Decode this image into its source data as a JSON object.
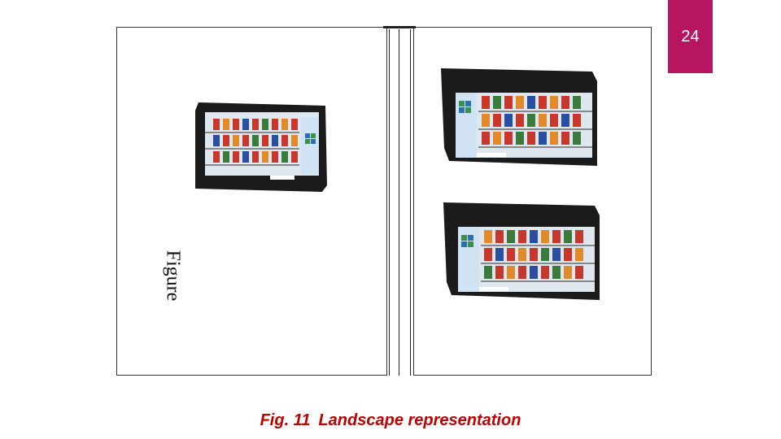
{
  "slide": {
    "page_number": "24",
    "badge_color": "#b5165f"
  },
  "figure": {
    "rotated_label": "Figure",
    "images": [
      {
        "name": "refrigerator-image",
        "subject": "beverage display refrigerator"
      },
      {
        "name": "refrigerator-image",
        "subject": "beverage display refrigerator"
      },
      {
        "name": "refrigerator-image",
        "subject": "beverage display refrigerator"
      }
    ]
  },
  "caption": {
    "number": "Fig. 11",
    "text": "Landscape representation",
    "color": "#c00000"
  }
}
